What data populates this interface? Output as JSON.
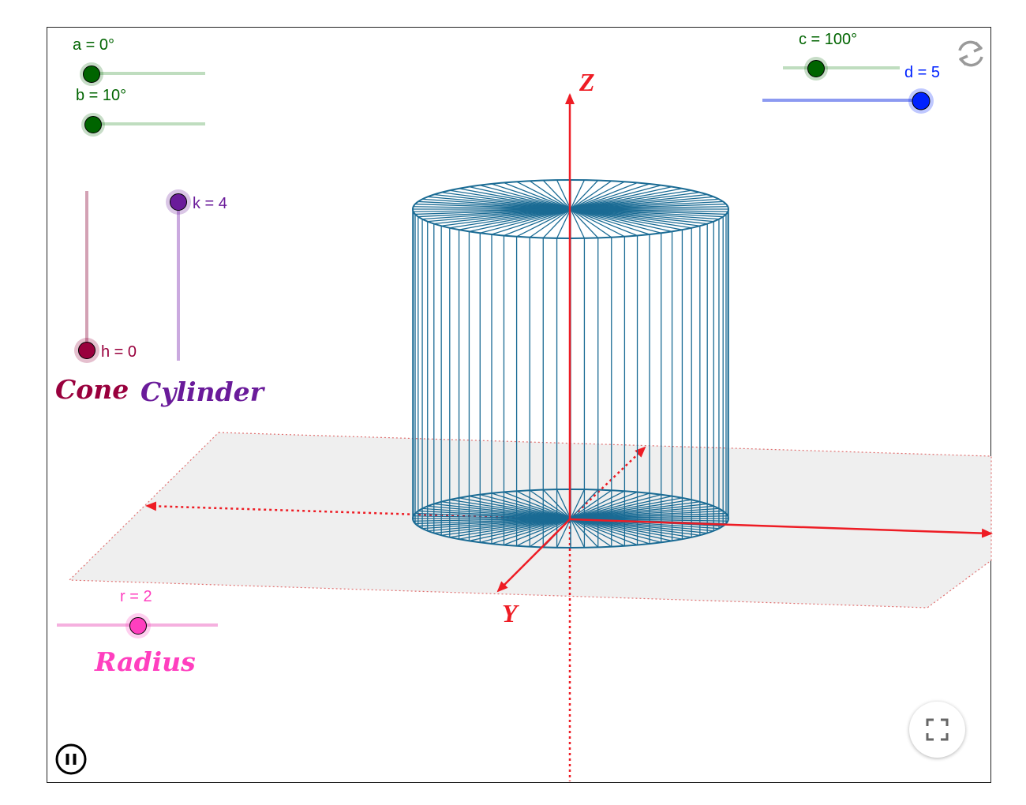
{
  "sliders": {
    "a": {
      "label": "a = 0°",
      "value": 0,
      "color": "#006400"
    },
    "b": {
      "label": "b = 10°",
      "value": 10,
      "color": "#006400"
    },
    "c": {
      "label": "c = 100°",
      "value": 100,
      "color": "#006400"
    },
    "d": {
      "label": "d = 5",
      "value": 5,
      "color": "#0022ff"
    },
    "h": {
      "label": "h = 0",
      "value": 0,
      "color": "#99003d"
    },
    "k": {
      "label": "k = 4",
      "value": 4,
      "color": "#6a1b9a"
    },
    "r": {
      "label": "r = 2",
      "value": 2,
      "color": "#ff3fbf"
    }
  },
  "captions": {
    "cone": "Cone",
    "cylinder": "Cylinder",
    "radius": "Radius"
  },
  "axes": {
    "z": "Z",
    "y": "Y",
    "color": "#ee1c24"
  },
  "cylinder_color": "#1a6b94",
  "icons": {
    "reset": "reset-icon",
    "fullscreen": "fullscreen-icon",
    "pause": "pause-icon"
  }
}
